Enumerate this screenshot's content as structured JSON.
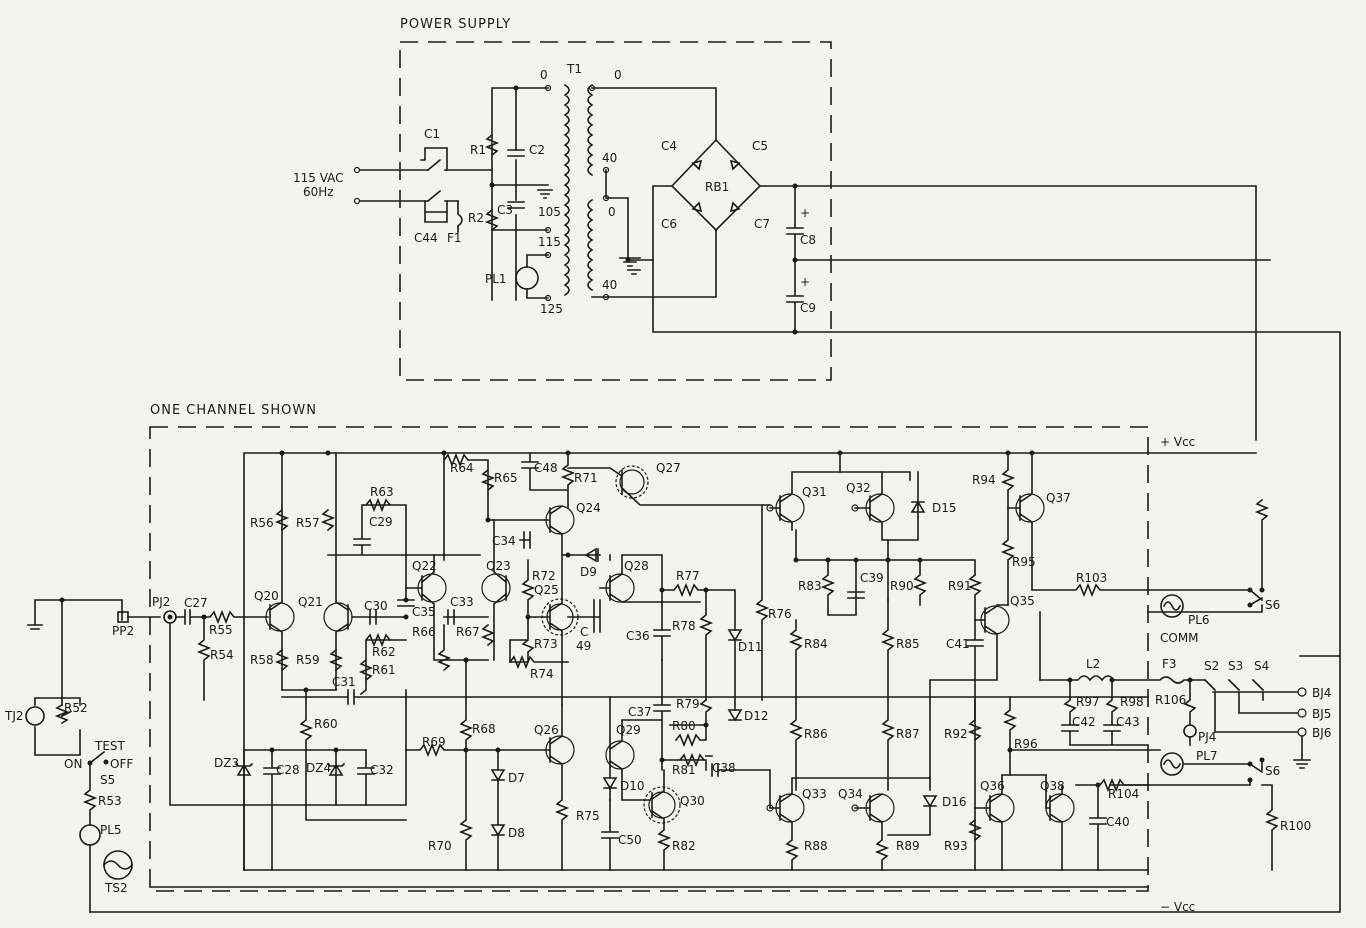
{
  "sections": {
    "power_supply": "POWER SUPPLY",
    "one_channel": "ONE CHANNEL SHOWN"
  },
  "rails": {
    "vcc_pos": "+ Vcc",
    "vcc_neg": "− Vcc",
    "comm": "COMM"
  },
  "input": {
    "line1": "115 VAC",
    "line2": "60Hz"
  },
  "switches": {
    "test": "TEST",
    "on": "ON",
    "off": "OFF"
  },
  "taps": {
    "t0a": "0",
    "t0b": "0",
    "t0c": "0",
    "t40a": "40",
    "t40b": "40",
    "t105": "105",
    "t115": "115",
    "t125": "125"
  },
  "labels": {
    "T1": "T1",
    "C1": "C1",
    "R1": "R1",
    "C2": "C2",
    "R2": "R2",
    "C3": "C3",
    "C44": "C44",
    "F1": "F1",
    "PL1": "PL1",
    "C4": "C4",
    "C5": "C5",
    "RB1": "RB1",
    "C6": "C6",
    "C7": "C7",
    "C8": "C8",
    "C9": "C9",
    "R63": "R63",
    "R64": "R64",
    "R65": "R65",
    "C48": "C48",
    "R71": "R71",
    "Q27": "Q27",
    "Q31": "Q31",
    "Q32": "Q32",
    "D15": "D15",
    "R94": "R94",
    "Q37": "Q37",
    "R56": "R56",
    "R57": "R57",
    "C29": "C29",
    "Q24": "Q24",
    "C34": "C34",
    "D9": "D9",
    "Q28": "Q28",
    "R95": "R95",
    "R103": "R103",
    "S6a": "S6",
    "PL6": "PL6",
    "Q22": "Q22",
    "Q23": "Q23",
    "R72": "R72",
    "Q25": "Q25",
    "R77": "R77",
    "R83": "R83",
    "C39": "C39",
    "R90": "R90",
    "R91": "R91",
    "Q35": "Q35",
    "PJ2": "PJ2",
    "C27": "C27",
    "Q20": "Q20",
    "Q21": "Q21",
    "C30": "C30",
    "C35": "C35",
    "C33": "C33",
    "PP2": "PP2",
    "R55": "R55",
    "R66": "R66",
    "R67": "R67",
    "R73": "R73",
    "C49": "C",
    "C49b": "49",
    "C36": "C36",
    "R78": "R78",
    "R76": "R76",
    "R84": "R84",
    "R85": "R85",
    "C41": "C41",
    "R54": "R54",
    "R58": "R58",
    "R59": "R59",
    "R62": "R62",
    "R61": "R61",
    "R74": "R74",
    "D11": "D11",
    "L2": "L2",
    "F3": "F3",
    "S2": "S2",
    "S3": "S3",
    "S4": "S4",
    "R97": "R97",
    "R98": "R98",
    "R106": "R106",
    "BJ4": "BJ4",
    "BJ5": "BJ5",
    "BJ6": "BJ6",
    "TJ2": "TJ2",
    "R52": "R52",
    "C31": "C31",
    "R60": "R60",
    "C37": "C37",
    "R79": "R79",
    "R80": "R80",
    "D12": "D12",
    "C42": "C42",
    "C43": "C43",
    "PJ4": "PJ4",
    "R68": "R68",
    "R69": "R69",
    "Q26": "Q26",
    "Q29": "Q29",
    "R86": "R86",
    "R87": "R87",
    "R92": "R92",
    "R96": "R96",
    "PL7": "PL7",
    "S6b": "S6",
    "DZ3": "DZ3",
    "C28": "C28",
    "DZ4": "DZ4",
    "C32": "C32",
    "D7": "D7",
    "R81": "R81",
    "C38": "C38",
    "D10": "D10",
    "Q30": "Q30",
    "Q33": "Q33",
    "Q34": "Q34",
    "D16": "D16",
    "Q36": "Q36",
    "Q38": "Q38",
    "R104": "R104",
    "C40": "C40",
    "R100": "R100",
    "S5": "S5",
    "R53": "R53",
    "D8": "D8",
    "R75": "R75",
    "PL5": "PL5",
    "R70": "R70",
    "C50": "C50",
    "R82": "R82",
    "R88": "R88",
    "R89": "R89",
    "R93": "R93",
    "TS2": "TS2"
  }
}
